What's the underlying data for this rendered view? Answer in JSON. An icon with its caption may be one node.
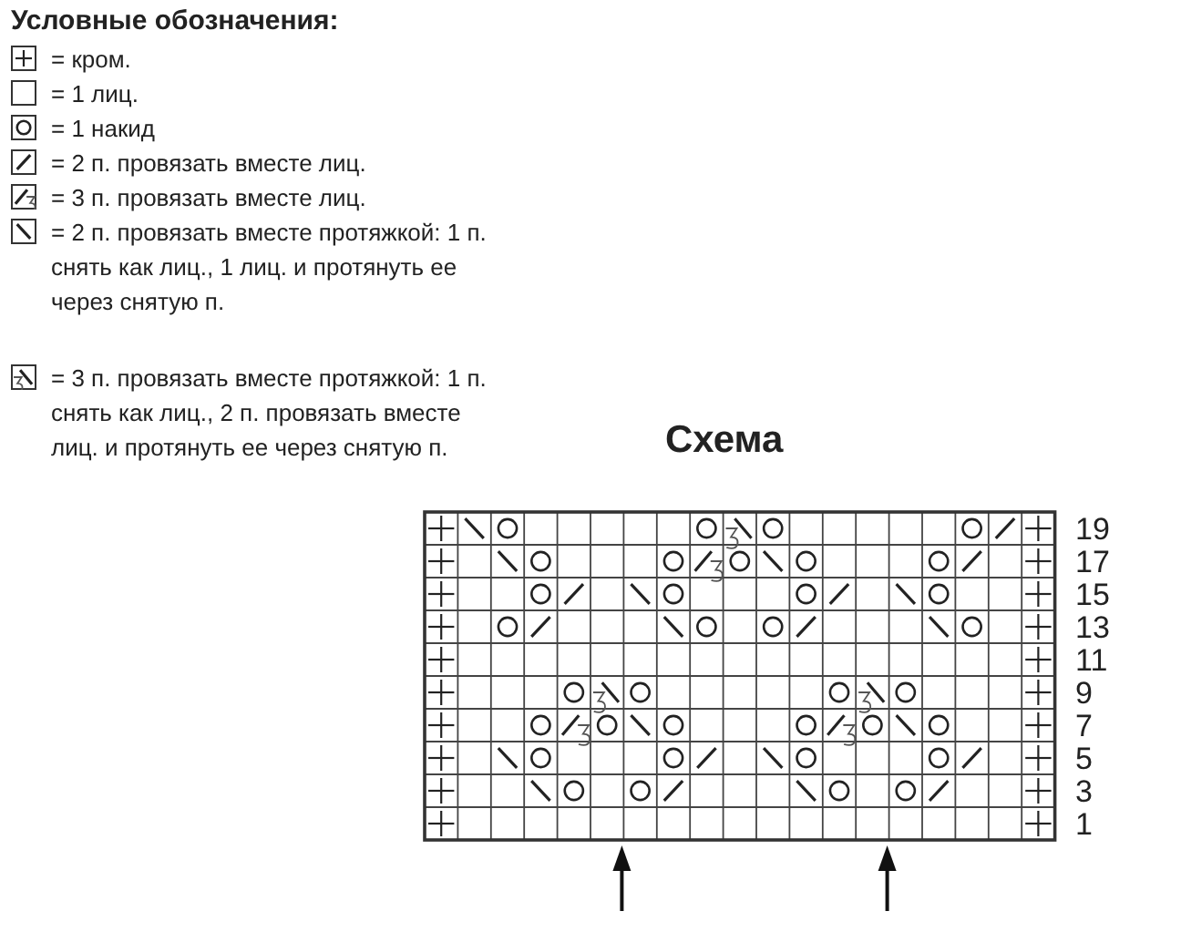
{
  "diagram": {
    "title": "Схема",
    "labels": [
      "Условные обозначения:",
      "19",
      "17",
      "15",
      "13",
      "11",
      "9",
      "7",
      "5",
      "3",
      "1"
    ],
    "legend": [
      {
        "text": "= кром."
      },
      {
        "text": "= 1 лиц."
      },
      {
        "text": "= 1 накид"
      },
      {
        "text": "= 2 п. провязать вместе лиц."
      },
      {
        "text": "= 3 п. провязать вместе лиц."
      },
      {
        "text": "= 2 п. провязать вместе протяжкой: 1 п. снять как лиц., 1 лиц. и протянуть ее через снятую п."
      },
      {
        "text": "= 3 п. провязать вместе протяжкой: 1 п. снять как лиц., 2 п. провязать вместе лиц. и протянуть ее через снятую п."
      }
    ]
  }
}
